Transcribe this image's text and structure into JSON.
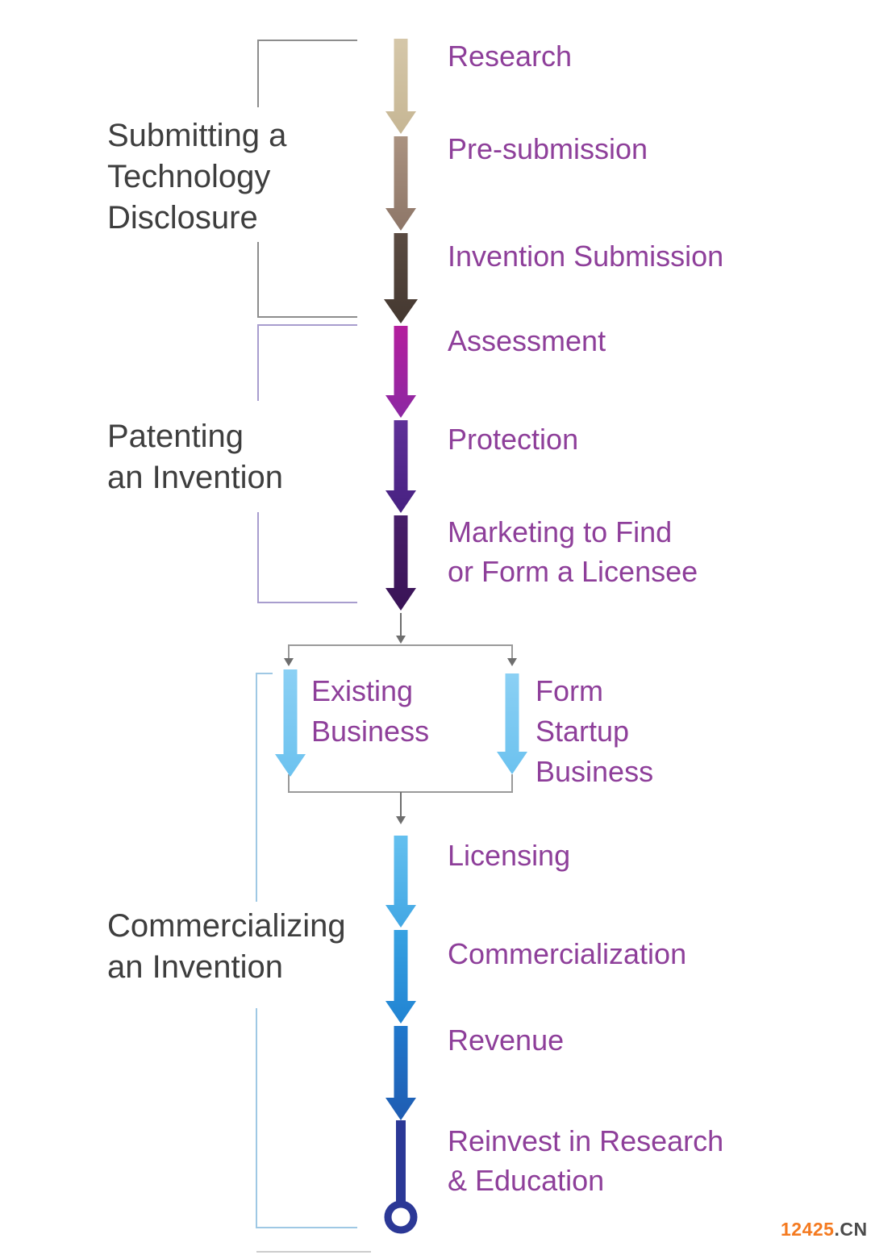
{
  "diagram": {
    "sections": [
      {
        "label": "Submitting a\nTechnology\nDisclosure"
      },
      {
        "label": "Patenting\nan Invention"
      },
      {
        "label": "Commercializing\nan Invention"
      }
    ],
    "steps": [
      {
        "label": "Research"
      },
      {
        "label": "Pre-submission"
      },
      {
        "label": "Invention Submission"
      },
      {
        "label": "Assessment"
      },
      {
        "label": "Protection"
      },
      {
        "label": "Marketing to Find\nor Form a Licensee"
      },
      {
        "label": "Licensing"
      },
      {
        "label": "Commercialization"
      },
      {
        "label": "Revenue"
      },
      {
        "label": "Reinvest in Research\n& Education"
      }
    ],
    "branches": [
      {
        "label": "Existing\nBusiness"
      },
      {
        "label": "Form\nStartup\nBusiness"
      }
    ],
    "watermark": {
      "number": "12425",
      "suffix": ".CN"
    }
  },
  "colors": {
    "step_label": "#8e3f9a",
    "section_label": "#3e3e3e",
    "arrow_research_top": "#d5c7a9",
    "arrow_research_bottom": "#c6b694",
    "arrow_presubmission_top": "#aa9280",
    "arrow_presubmission_bottom": "#8d7668",
    "arrow_invention_top": "#5a4b42",
    "arrow_invention_bottom": "#443830",
    "arrow_assessment_top": "#b41e9e",
    "arrow_assessment_bottom": "#8c28a2",
    "arrow_protection_top": "#5e3098",
    "arrow_protection_bottom": "#472181",
    "arrow_marketing_top": "#471e69",
    "arrow_marketing_bottom": "#391356",
    "arrow_branch_top": "#8bd0f4",
    "arrow_branch_bottom": "#6cc2ef",
    "arrow_licensing_top": "#64c0ef",
    "arrow_licensing_bottom": "#42a7e4",
    "arrow_commercialization_top": "#37a2e2",
    "arrow_commercialization_bottom": "#2183d2",
    "arrow_revenue_top": "#2078cc",
    "arrow_revenue_bottom": "#1f5cb2",
    "terminal_navy": "#2b3896",
    "bracket_gray": "#8d8d8d",
    "bracket_purple": "#a89dce",
    "bracket_blue": "#9fc8e4",
    "connector_gray": "#6e6e6e",
    "box_gray": "#9a9a9a",
    "footer_line_gray": "#cccccc",
    "watermark_number": "#f47a20",
    "watermark_suffix": "#4b4b4b"
  }
}
